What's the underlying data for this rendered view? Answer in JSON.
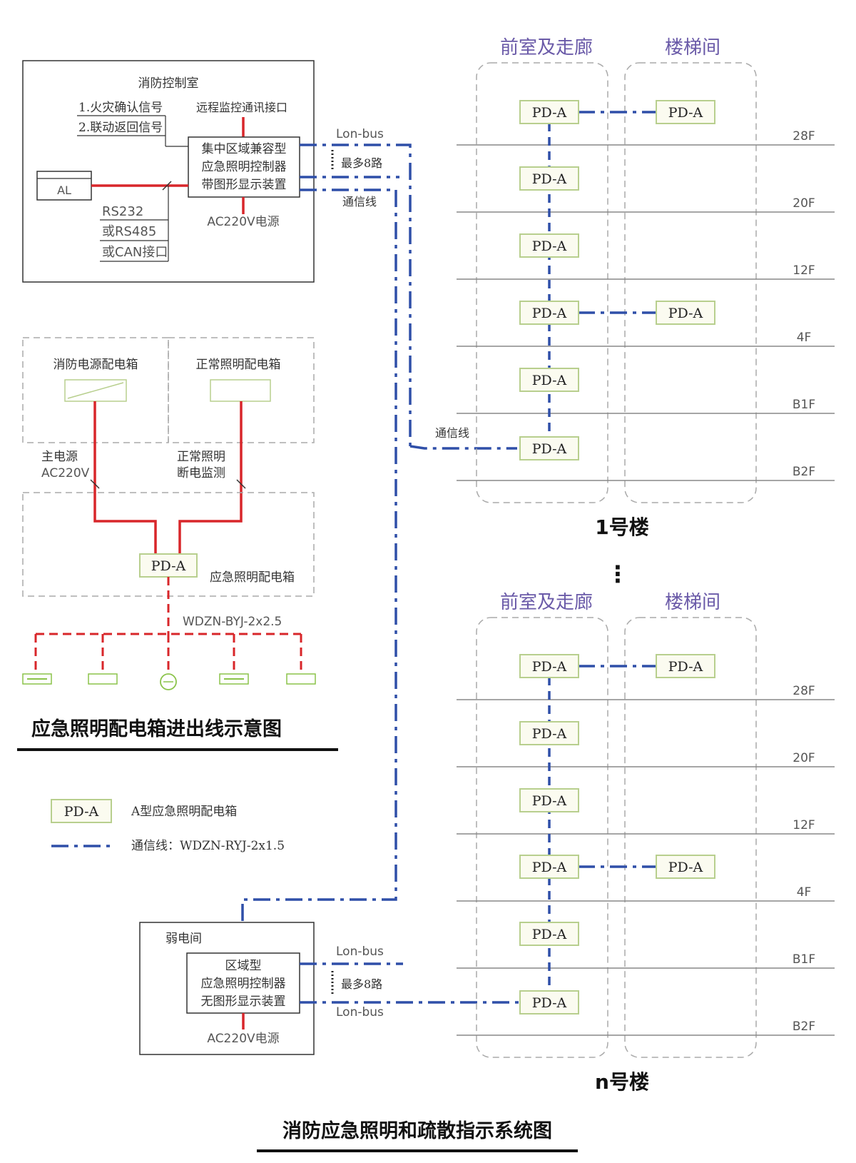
{
  "control_room": {
    "title": "消防控制室",
    "signal1": "1.火灾确认信号",
    "signal2": "2.联动返回信号",
    "remote": "远程监控通讯接口",
    "controller_line1": "集中区域兼容型",
    "controller_line2": "应急照明控制器",
    "controller_line3": "带图形显示装置",
    "al": "AL",
    "rs232": "RS232",
    "rs485": "或RS485",
    "can": "或CAN接口",
    "power": "AC220V电源",
    "lonbus": "Lon-bus",
    "max8": "最多8路",
    "comm": "通信线"
  },
  "distribution": {
    "fire_box": "消防电源配电箱",
    "normal_box": "正常照明配电箱",
    "main_power1": "主电源",
    "main_power2": "AC220V",
    "normal_monitor1": "正常照明",
    "normal_monitor2": "断电监测",
    "emergency_box": "应急照明配电箱",
    "pd": "PD-A",
    "cable": "WDZN-BYJ-2x2.5",
    "caption": "应急照明配电箱进出线示意图"
  },
  "legend": {
    "pd": "PD-A",
    "pd_desc": "A型应急照明配电箱",
    "line_desc": "通信线：WDZN-RYJ-2x1.5"
  },
  "weak_room": {
    "title": "弱电间",
    "controller_line1": "区域型",
    "controller_line2": "应急照明控制器",
    "controller_line3": "无图形显示装置",
    "power": "AC220V电源",
    "lonbus_top": "Lon-bus",
    "max8": "最多8路",
    "lonbus_bottom": "Lon-bus"
  },
  "building1": {
    "col1": "前室及走廊",
    "col2": "楼梯间",
    "name": "1号楼",
    "comm": "通信线",
    "floors": [
      "28F",
      "20F",
      "12F",
      "4F",
      "B1F",
      "B2F"
    ],
    "pd": "PD-A"
  },
  "buildingn": {
    "col1": "前室及走廊",
    "col2": "楼梯间",
    "name": "n号楼",
    "floors": [
      "28F",
      "20F",
      "12F",
      "4F",
      "B1F",
      "B2F"
    ],
    "pd": "PD-A"
  },
  "ellipsis": "⋮",
  "main_title": "消防应急照明和疏散指示系统图",
  "colors": {
    "bus": "#2f4fa8",
    "power": "#d8262a",
    "header": "#6a5aa8",
    "pd_border": "#b8cf8e"
  }
}
